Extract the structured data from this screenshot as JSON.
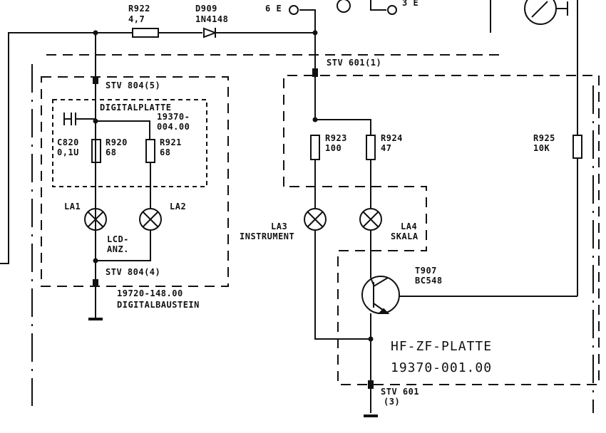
{
  "labels": {
    "r922_name": "R922",
    "r922_val": "4,7",
    "d909_name": "D909",
    "d909_val": "1N4148",
    "term_6e": "6 E",
    "term_3e": "3 E",
    "stv804_5": "STV 804(5)",
    "stv601_1": "STV 601(1)",
    "digitalplatte": "DIGITALPLATTE",
    "dp_num1": "19370-",
    "dp_num2": "004.00",
    "c820_name": "C820",
    "c820_val": "0,1U",
    "r920_name": "R920",
    "r920_val": "68",
    "r921_name": "R921",
    "r921_val": "68",
    "la1": "LA1",
    "la2": "LA2",
    "lcd1": "LCD-",
    "lcd2": "ANZ.",
    "stv804_4": "STV 804(4)",
    "db_num": "19720-148.00",
    "db_name": "DIGITALBAUSTEIN",
    "r923_name": "R923",
    "r923_val": "100",
    "r924_name": "R924",
    "r924_val": "47",
    "r925_name": "R925",
    "r925_val": "10K",
    "la3_name": "LA3",
    "la3_desc": "INSTRUMENT",
    "la4_name": "LA4",
    "la4_desc": "SKALA",
    "t907_name": "T907",
    "t907_val": "BC548",
    "hf_title": "HF-ZF-PLATTE",
    "hf_num": "19370-001.00",
    "stv601_a": "STV 601",
    "stv601_b": "(3)"
  }
}
